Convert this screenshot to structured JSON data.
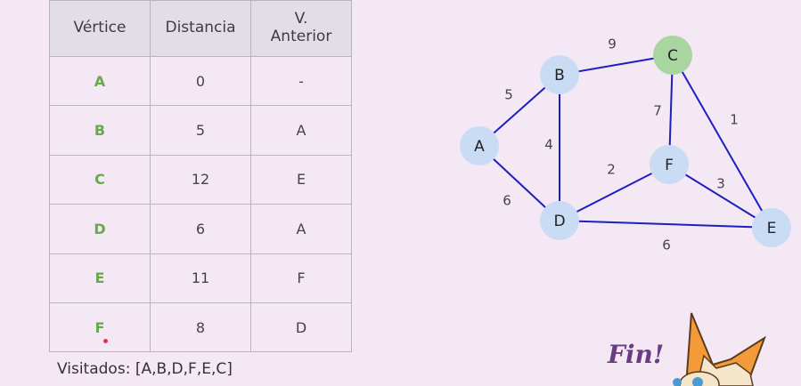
{
  "table": {
    "headers": {
      "vertex": "Vértice",
      "distance": "Distancia",
      "prev_line1": "V.",
      "prev_line2": "Anterior"
    },
    "rows": [
      {
        "vertex": "A",
        "distance": "0",
        "prev": "-"
      },
      {
        "vertex": "B",
        "distance": "5",
        "prev": "A"
      },
      {
        "vertex": "C",
        "distance": "12",
        "prev": "E"
      },
      {
        "vertex": "D",
        "distance": "6",
        "prev": "A"
      },
      {
        "vertex": "E",
        "distance": "11",
        "prev": "F"
      },
      {
        "vertex": "F",
        "distance": "8",
        "prev": "D"
      }
    ]
  },
  "visited": "Visitados: [A,B,D,F,E,C]",
  "graph": {
    "nodes": [
      "A",
      "B",
      "C",
      "D",
      "E",
      "F"
    ],
    "highlighted_node": "C",
    "edges": [
      {
        "from": "A",
        "to": "B",
        "weight": "5"
      },
      {
        "from": "A",
        "to": "D",
        "weight": "6"
      },
      {
        "from": "B",
        "to": "C",
        "weight": "9"
      },
      {
        "from": "B",
        "to": "D",
        "weight": "4"
      },
      {
        "from": "C",
        "to": "F",
        "weight": "7"
      },
      {
        "from": "C",
        "to": "E",
        "weight": "1"
      },
      {
        "from": "D",
        "to": "F",
        "weight": "2"
      },
      {
        "from": "F",
        "to": "E",
        "weight": "3"
      },
      {
        "from": "D",
        "to": "E",
        "weight": "6"
      }
    ]
  },
  "fin": "Fin!",
  "colors": {
    "node_fill": "#c9dcf4",
    "highlight_fill": "#a9d5a0",
    "edge": "#1f1fbf",
    "vertex_text": "#6aa84f",
    "fin_text": "#6a3c85"
  }
}
